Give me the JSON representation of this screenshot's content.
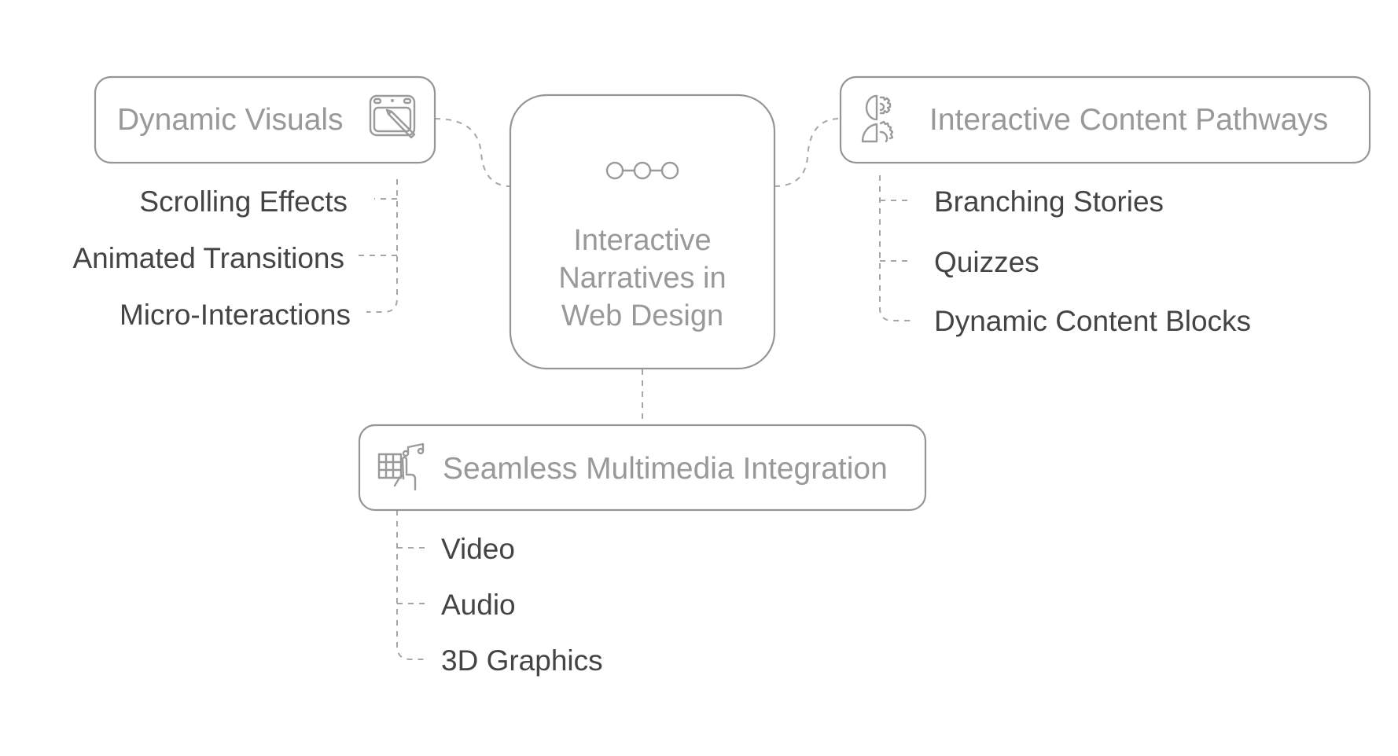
{
  "diagram": {
    "title": "Interactive Narratives in Web Design",
    "title_lines": [
      "Interactive",
      "Narratives in",
      "Web Design"
    ],
    "center_icon": "three-connected-circles-icon",
    "colors": {
      "border": "#959595",
      "connector": "#a6a6a6",
      "heading_text": "#999999",
      "item_text": "#444444",
      "background": "#ffffff"
    },
    "branches": [
      {
        "id": "dynamic-visuals",
        "label": "Dynamic Visuals",
        "icon": "drawing-tablet-icon",
        "position": "left",
        "items": [
          "Scrolling Effects",
          "Animated Transitions",
          "Micro-Interactions"
        ]
      },
      {
        "id": "interactive-content-pathways",
        "label": "Interactive Content Pathways",
        "icon": "person-gears-icon",
        "position": "right",
        "items": [
          "Branching Stories",
          "Quizzes",
          "Dynamic Content Blocks"
        ]
      },
      {
        "id": "seamless-multimedia-integration",
        "label": "Seamless Multimedia Integration",
        "icon": "touch-grid-music-icon",
        "position": "bottom",
        "items": [
          "Video",
          "Audio",
          "3D Graphics"
        ]
      }
    ]
  }
}
